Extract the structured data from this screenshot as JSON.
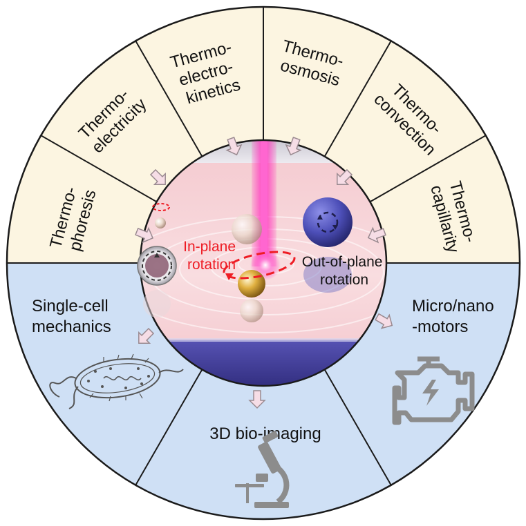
{
  "colors": {
    "mechanism_fill": "#fcf5e1",
    "application_fill": "#cfe0f5",
    "outline": "#1a1a1a",
    "arrow_fill": "#f6dde6",
    "arrow_stroke": "#9a8a90",
    "laser": "#ff2fb8",
    "annotation_red": "#ee1c24",
    "pool_top": "#f9d6da",
    "pool_bottom": "#3f3b9a",
    "icon_gray": "#8c8c8c"
  },
  "mechanisms": [
    {
      "lines": [
        "Thermo-",
        "phoresis"
      ]
    },
    {
      "lines": [
        "Thermo-",
        "electricity"
      ]
    },
    {
      "lines": [
        "Thermo-",
        "electro-",
        "kinetics"
      ]
    },
    {
      "lines": [
        "Thermo-",
        "osmosis"
      ]
    },
    {
      "lines": [
        "Thermo-",
        "convection"
      ]
    },
    {
      "lines": [
        "Thermo-",
        "capillarity"
      ]
    }
  ],
  "applications": [
    {
      "lines": [
        "Single-cell",
        "mechanics"
      ],
      "icon": "bacterium-icon"
    },
    {
      "lines": [
        "3D bio-imaging"
      ],
      "icon": "microscope-icon"
    },
    {
      "lines": [
        "Micro/nano",
        "-motors"
      ],
      "icon": "engine-icon"
    }
  ],
  "center": {
    "in_plane": [
      "In-plane",
      "rotation"
    ],
    "out_of_plane": [
      "Out-of-plane",
      "rotation"
    ]
  }
}
